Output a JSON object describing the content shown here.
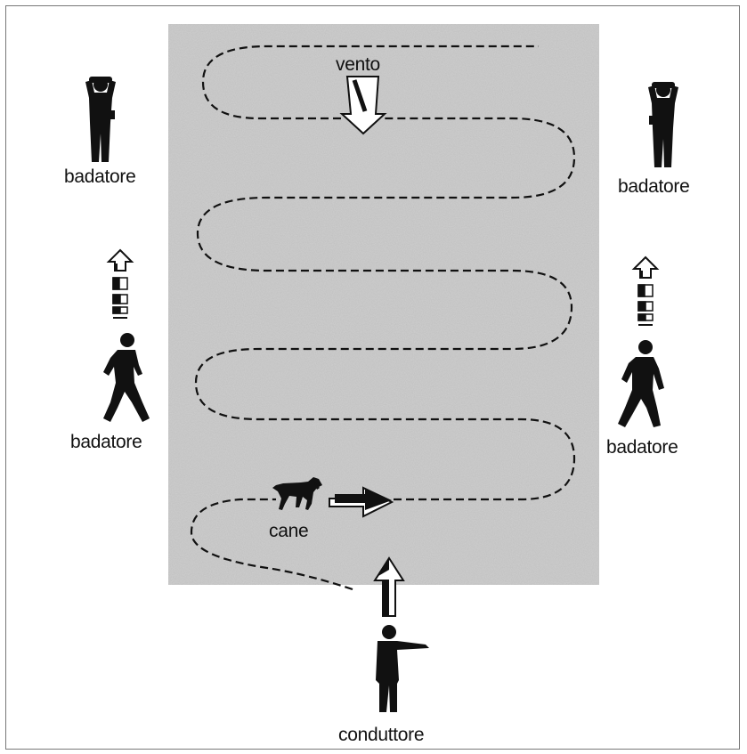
{
  "labels": {
    "wind": "vento",
    "watcher": "badatore",
    "dog": "cane",
    "handler": "conduttore"
  },
  "colors": {
    "field": "#cfcfcf",
    "ink": "#111111",
    "frame": "#777777"
  },
  "icons": {
    "watcher_standing": "standing-person-with-binoculars-icon",
    "watcher_walking": "walking-person-icon",
    "dog": "pointer-dog-icon",
    "handler": "pointing-person-icon",
    "wind_arrow": "down-arrow-icon",
    "advance_arrow": "up-arrow-icon",
    "dog_arrow": "right-arrow-icon"
  }
}
